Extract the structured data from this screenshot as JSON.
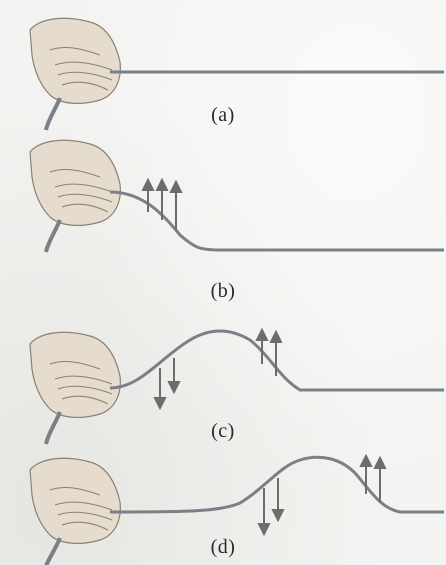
{
  "figure": {
    "panels": [
      {
        "label": "(a)",
        "arrows_up": 0,
        "arrows_down": 0
      },
      {
        "label": "(b)",
        "arrows_up": 3,
        "arrows_down": 0
      },
      {
        "label": "(c)",
        "arrows_up": 2,
        "arrows_down": 2
      },
      {
        "label": "(d)",
        "arrows_up": 2,
        "arrows_down": 2
      }
    ],
    "colors": {
      "background": "#f3f3f1",
      "rope": "#7a8088",
      "arrow": "#6c6c6c",
      "hand_skin": "#e6dccd",
      "hand_outline": "#8a8174"
    }
  }
}
